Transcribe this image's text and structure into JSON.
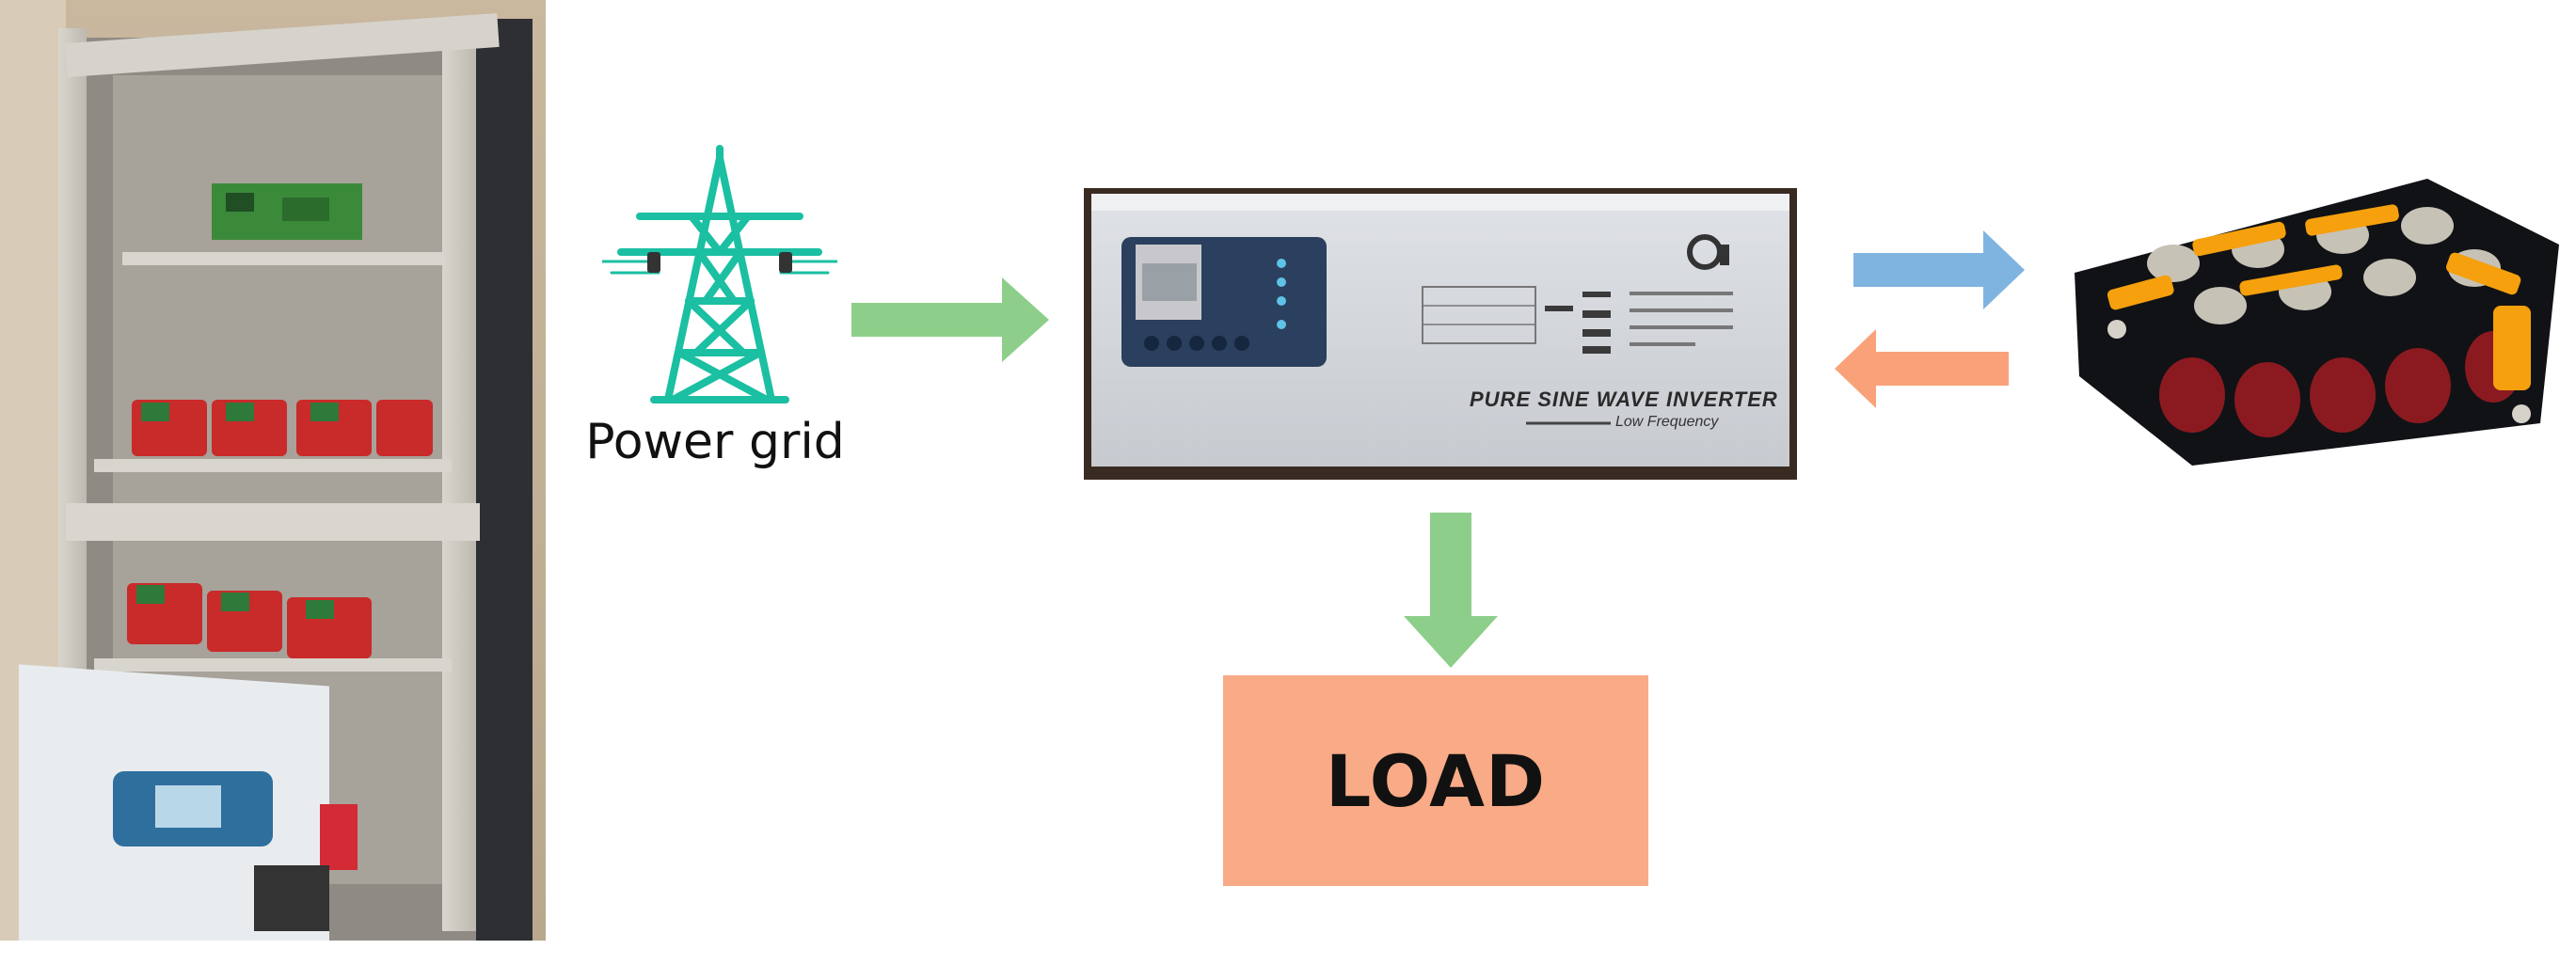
{
  "diagram": {
    "nodes": {
      "power_grid": {
        "label": "Power grid"
      },
      "load": {
        "label": "LOAD"
      },
      "inverter": {
        "panel_text": "PURE SINE WAVE INVERTER",
        "sub_text": "Low Frequency"
      }
    },
    "colors": {
      "green_arrow": "#8dcf8a",
      "blue_arrow": "#7fb4e0",
      "orange_arrow": "#f9a27a",
      "load_fill": "#f9aa86",
      "tower": "#1bbfa2"
    },
    "edges": [
      {
        "from": "power_grid",
        "to": "inverter",
        "color": "green"
      },
      {
        "from": "inverter",
        "to": "load",
        "color": "green"
      },
      {
        "from": "inverter",
        "to": "battery_pack",
        "color": "blue"
      },
      {
        "from": "battery_pack",
        "to": "inverter",
        "color": "orange"
      }
    ]
  }
}
